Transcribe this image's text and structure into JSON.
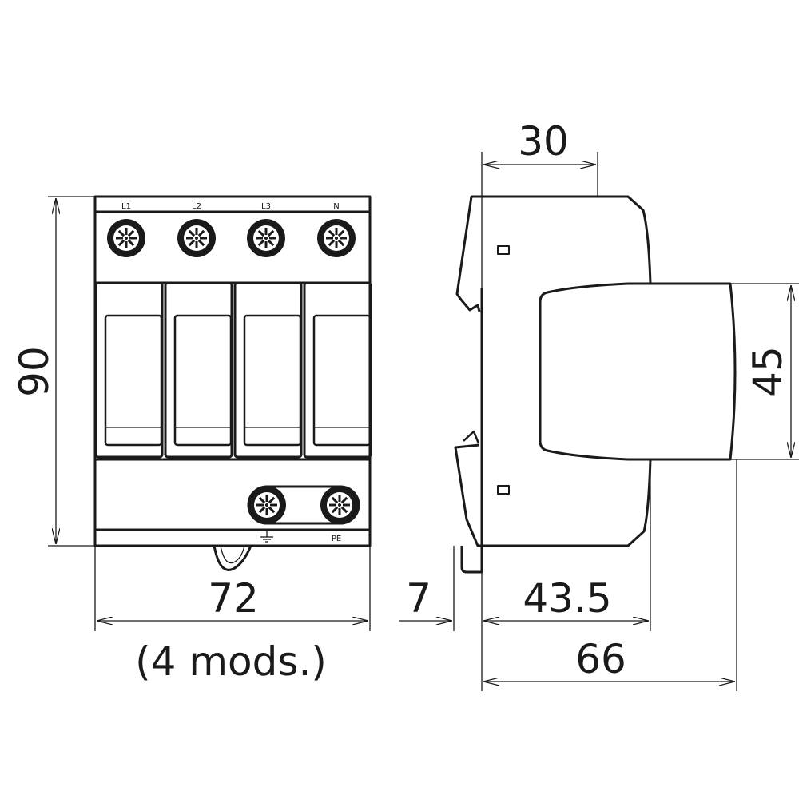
{
  "front_view": {
    "terminal_labels": [
      "L1",
      "L2",
      "L3",
      "N"
    ],
    "pe_label": "PE",
    "height_dim": "90",
    "width_dim": "72",
    "modules_note": "(4 mods.)"
  },
  "side_view": {
    "depth_top_dim": "30",
    "cover_height_dim": "45",
    "rail_offset_dim": "7",
    "body_depth_dim": "43.5",
    "total_depth_dim": "66"
  }
}
